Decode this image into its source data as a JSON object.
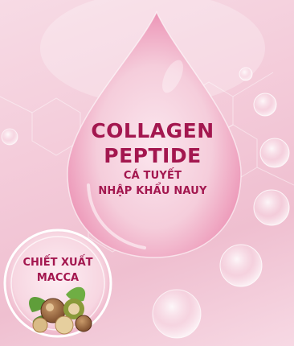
{
  "headline": {
    "line1": "COLLAGEN",
    "line2": "PEPTIDE",
    "sub1": "CÁ TUYẾT",
    "sub2": "NHẬP KHẨU NAUY"
  },
  "badge": {
    "line1": "CHIẾT XUẤT",
    "line2": "MACCA"
  },
  "colors": {
    "text": "#a3174f",
    "background": "#f3c9d8"
  },
  "icons": {
    "nuts": "macadamia-nut-icon",
    "leaves": "leaf-icon"
  }
}
